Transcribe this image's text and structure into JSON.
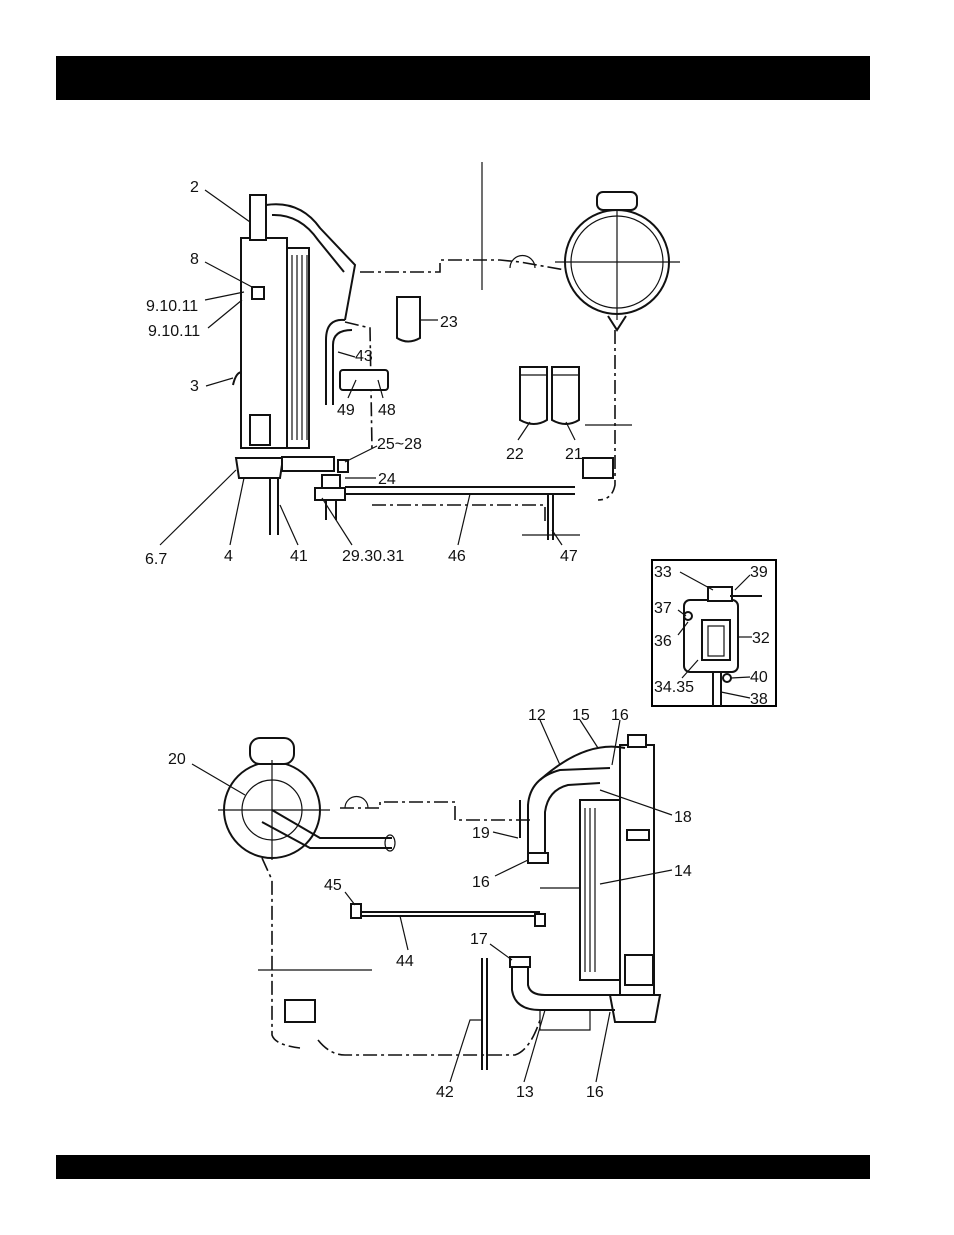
{
  "header": {
    "title": ""
  },
  "footer": {
    "text": ""
  },
  "inset_border_color": "#000000",
  "callouts": {
    "c2": "2",
    "c8": "8",
    "c9a": "9.10.11",
    "c9b": "9.10.11",
    "c3": "3",
    "c23": "23",
    "c43": "43",
    "c49": "49",
    "c48": "48",
    "c25": "25~28",
    "c24": "24",
    "c22": "22",
    "c21": "21",
    "c67": "6.7",
    "c4": "4",
    "c41": "41",
    "c29": "29.30.31",
    "c46": "46",
    "c47": "47",
    "c33": "33",
    "c39": "39",
    "c37": "37",
    "c36": "36",
    "c32": "32",
    "c34": "34.35",
    "c40": "40",
    "c38": "38",
    "c12": "12",
    "c15": "15",
    "c16a": "16",
    "c20": "20",
    "c18": "18",
    "c19": "19",
    "c16b": "16",
    "c14": "14",
    "c45": "45",
    "c44": "44",
    "c17": "17",
    "c42": "42",
    "c13": "13",
    "c16c": "16"
  }
}
